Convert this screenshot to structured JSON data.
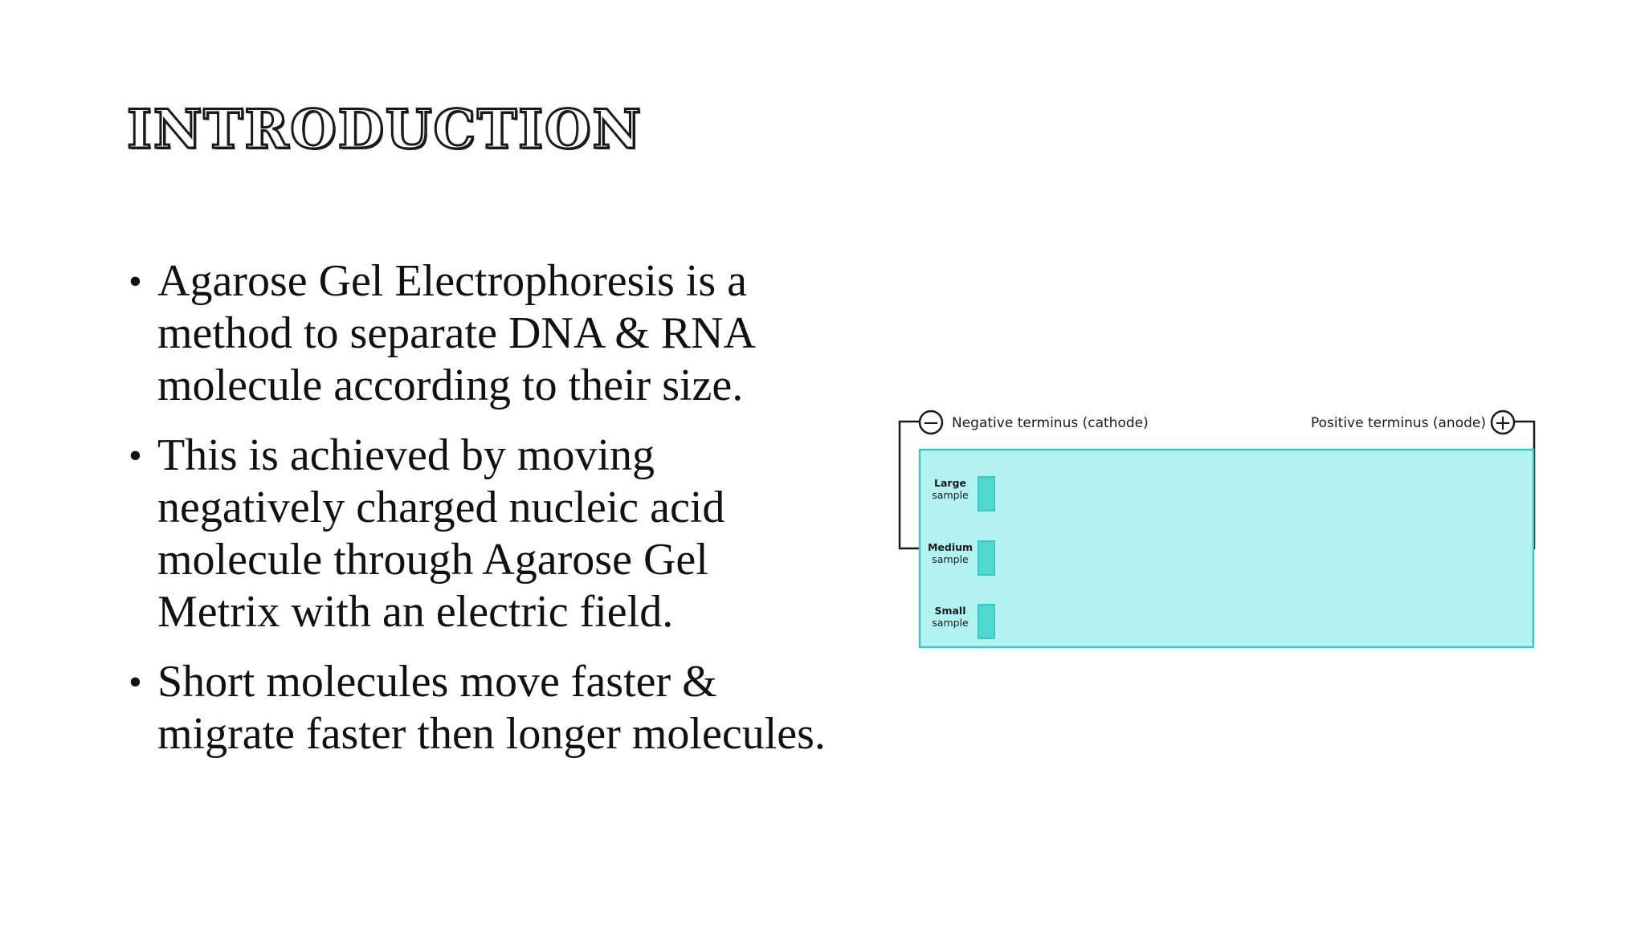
{
  "slide": {
    "title": "INTRODUCTION",
    "bullets": [
      "Agarose Gel Electrophoresis is a method to separate DNA & RNA molecule according to their size.",
      "This is achieved by moving negatively charged nucleic acid molecule through Agarose Gel Metrix with an electric field.",
      "Short molecules move faster & migrate faster then longer molecules."
    ],
    "bullet_symbol": "•"
  },
  "diagram": {
    "negative_label": "Negative terminus (cathode)",
    "positive_label": "Positive terminus (anode)",
    "negative_symbol": "−",
    "positive_symbol": "+",
    "samples": [
      {
        "name": "Large",
        "sub": "sample"
      },
      {
        "name": "Medium",
        "sub": "sample"
      },
      {
        "name": "Small",
        "sub": "sample"
      }
    ],
    "colors": {
      "gel_fill": "#b2f3f1",
      "gel_border": "#3cc7c0",
      "well_fill": "#4fd8d0",
      "wire": "#1a1a1a"
    }
  }
}
